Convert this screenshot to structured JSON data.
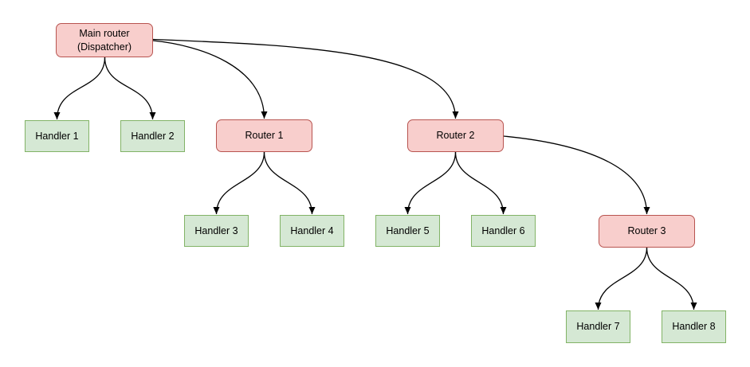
{
  "diagram": {
    "type": "tree",
    "background": "#ffffff",
    "colors": {
      "router_fill": "#f8cecc",
      "router_stroke": "#b85450",
      "handler_fill": "#d5e8d4",
      "handler_stroke": "#82b366",
      "edge_color": "#000000",
      "text_color": "#000000"
    },
    "nodes": [
      {
        "id": "main",
        "label": "Main router\n(Dispatcher)",
        "type": "router"
      },
      {
        "id": "handler1",
        "label": "Handler 1",
        "type": "handler"
      },
      {
        "id": "handler2",
        "label": "Handler 2",
        "type": "handler"
      },
      {
        "id": "router1",
        "label": "Router 1",
        "type": "router"
      },
      {
        "id": "handler3",
        "label": "Handler 3",
        "type": "handler"
      },
      {
        "id": "handler4",
        "label": "Handler 4",
        "type": "handler"
      },
      {
        "id": "router2",
        "label": "Router 2",
        "type": "router"
      },
      {
        "id": "handler5",
        "label": "Handler 5",
        "type": "handler"
      },
      {
        "id": "handler6",
        "label": "Handler 6",
        "type": "handler"
      },
      {
        "id": "router3",
        "label": "Router 3",
        "type": "router"
      },
      {
        "id": "handler7",
        "label": "Handler 7",
        "type": "handler"
      },
      {
        "id": "handler8",
        "label": "Handler 8",
        "type": "handler"
      }
    ],
    "edges": [
      {
        "from": "main",
        "to": "handler1"
      },
      {
        "from": "main",
        "to": "handler2"
      },
      {
        "from": "main",
        "to": "router1"
      },
      {
        "from": "main",
        "to": "router2"
      },
      {
        "from": "router1",
        "to": "handler3"
      },
      {
        "from": "router1",
        "to": "handler4"
      },
      {
        "from": "router2",
        "to": "handler5"
      },
      {
        "from": "router2",
        "to": "handler6"
      },
      {
        "from": "router2",
        "to": "router3"
      },
      {
        "from": "router3",
        "to": "handler7"
      },
      {
        "from": "router3",
        "to": "handler8"
      }
    ]
  }
}
